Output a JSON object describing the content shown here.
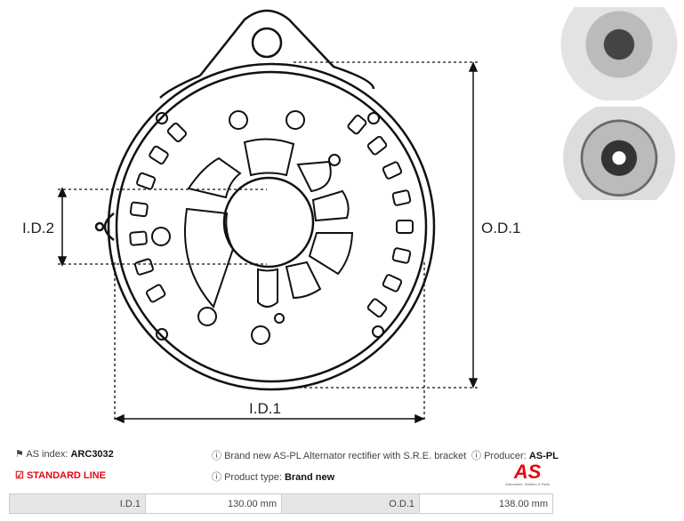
{
  "diagram": {
    "labels": {
      "id2": "I.D.2",
      "od1": "O.D.1",
      "id1": "I.D.1"
    }
  },
  "info": {
    "as_index_label": "AS index:",
    "as_index_value": "ARC3032",
    "description": "Brand new AS-PL Alternator rectifier with S.R.E. bracket",
    "producer_label": "Producer:",
    "producer_value": "AS-PL",
    "line": "STANDARD LINE",
    "product_type_label": "Product type:",
    "product_type_value": "Brand new"
  },
  "logo": {
    "text": "AS",
    "tagline": "Alternators, Starters & Parts"
  },
  "specs": [
    {
      "label": "I.D.1",
      "value": "130.00 mm"
    },
    {
      "label": "O.D.1",
      "value": "138.00 mm"
    }
  ],
  "colors": {
    "accent": "#e30613",
    "table_label_bg": "#e6e6e6"
  }
}
